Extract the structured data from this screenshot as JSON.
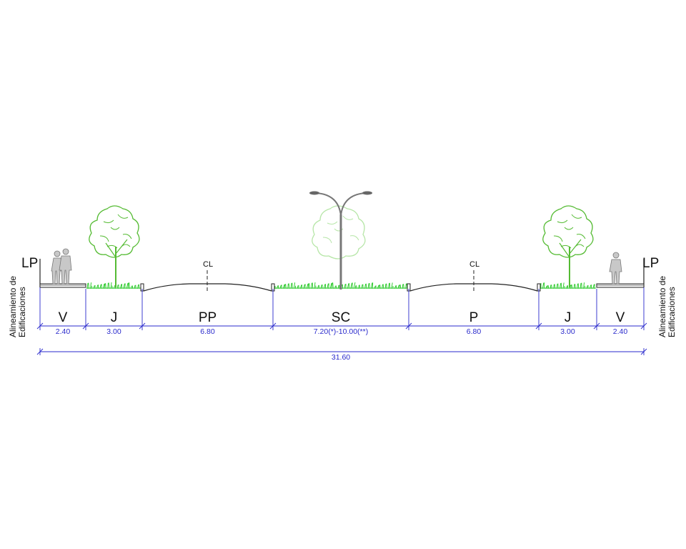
{
  "left_lp": "LP",
  "right_lp": "LP",
  "left_note": [
    "Alineamiento de",
    "Edificaciones"
  ],
  "right_note": [
    "Alineamiento de",
    "Edificaciones"
  ],
  "centerline_symbol": "CL",
  "zones": [
    {
      "code": "V",
      "width": "2.40"
    },
    {
      "code": "J",
      "width": "3.00"
    },
    {
      "code": "PP",
      "width": "6.80"
    },
    {
      "code": "SC",
      "width": "7.20(*)-10.00(**)"
    },
    {
      "code": "P",
      "width": "6.80"
    },
    {
      "code": "J",
      "width": "3.00"
    },
    {
      "code": "V",
      "width": "2.40"
    }
  ],
  "total_width": "31.60",
  "colors": {
    "dimension": "#2a2acc",
    "grass": "#33cc33",
    "tree": "#55bb33",
    "tree_faded": "#b7e6a8",
    "ink": "#222222"
  }
}
